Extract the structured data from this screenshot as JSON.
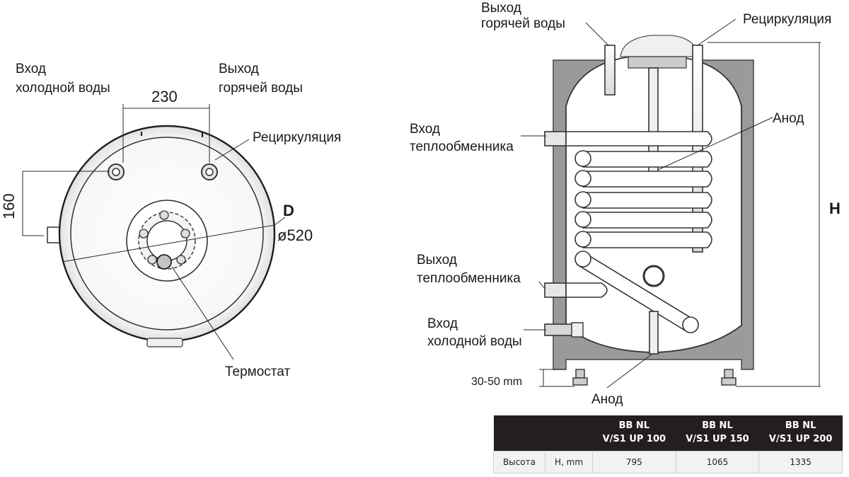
{
  "top_view": {
    "cold_in": [
      "Вход",
      "холодной воды"
    ],
    "hot_out": [
      "Выход",
      "горячей воды"
    ],
    "dim_230": "230",
    "recirc": "Рециркуляция",
    "dim_160": "160",
    "d_mark": "D",
    "dia": "ø520",
    "thermostat": "Термостат"
  },
  "side_view": {
    "hot_out": [
      "Выход",
      "горячей воды"
    ],
    "recirc": "Рециркуляция",
    "anode_top": "Анод",
    "hx_in": [
      "Вход",
      "теплообменника"
    ],
    "hx_out": [
      "Выход",
      "теплообменника"
    ],
    "cold_in": [
      "Вход",
      "холодной воды"
    ],
    "h_mark": "H",
    "feet": "30-50 mm",
    "anode_bottom": "Анод"
  },
  "table": {
    "headers": [
      [
        "BB NL",
        "V/S1 UP 100"
      ],
      [
        "BB NL",
        "V/S1 UP 150"
      ],
      [
        "BB NL",
        "V/S1 UP 200"
      ]
    ],
    "row_label": "Высота",
    "row_unit": "H, mm",
    "values": [
      "795",
      "1065",
      "1335"
    ]
  }
}
